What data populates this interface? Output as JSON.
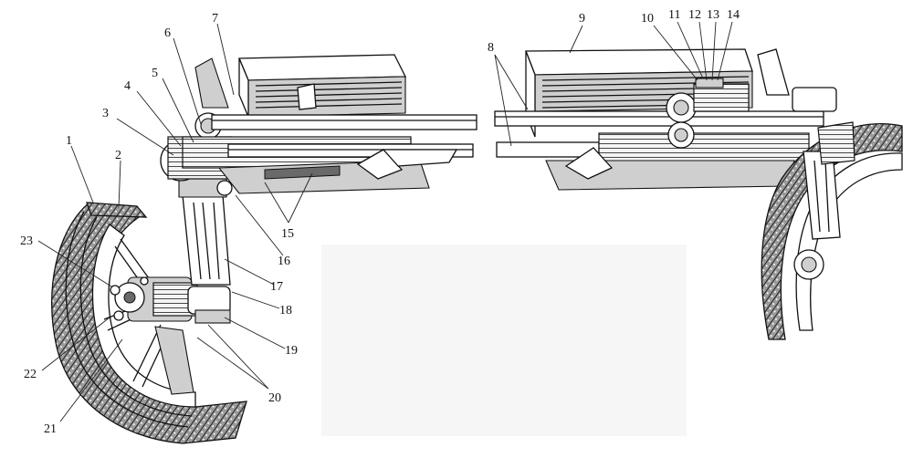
{
  "figure": {
    "callouts": [
      {
        "key": "c1",
        "text": "1"
      },
      {
        "key": "c2",
        "text": "2"
      },
      {
        "key": "c3",
        "text": "3"
      },
      {
        "key": "c4",
        "text": "4"
      },
      {
        "key": "c5",
        "text": "5"
      },
      {
        "key": "c6",
        "text": "6"
      },
      {
        "key": "c7",
        "text": "7"
      },
      {
        "key": "c8",
        "text": "8"
      },
      {
        "key": "c9",
        "text": "9"
      },
      {
        "key": "c10",
        "text": "10"
      },
      {
        "key": "c11",
        "text": "11"
      },
      {
        "key": "c12",
        "text": "12"
      },
      {
        "key": "c13",
        "text": "13"
      },
      {
        "key": "c14",
        "text": "14"
      },
      {
        "key": "c15",
        "text": "15"
      },
      {
        "key": "c16",
        "text": "16"
      },
      {
        "key": "c17",
        "text": "17"
      },
      {
        "key": "c18",
        "text": "18"
      },
      {
        "key": "c19",
        "text": "19"
      },
      {
        "key": "c20",
        "text": "20"
      },
      {
        "key": "c21",
        "text": "21"
      },
      {
        "key": "c22",
        "text": "22"
      },
      {
        "key": "c23",
        "text": "23"
      }
    ]
  }
}
